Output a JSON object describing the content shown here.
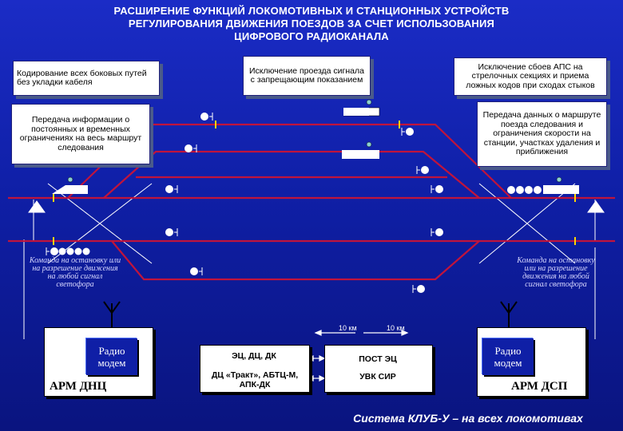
{
  "title": {
    "line1": "РАСШИРЕНИЕ ФУНКЦИЙ ЛОКОМОТИВНЫХ И СТАНЦИОННЫХ УСТРОЙСТВ",
    "line2": "РЕГУЛИРОВАНИЯ ДВИЖЕНИЯ ПОЕЗДОВ ЗА СЧЕТ ИСПОЛЬЗОВАНИЯ",
    "line3": "ЦИФРОВОГО РАДИОКАНАЛА"
  },
  "boxes": {
    "coding": "Кодирование всех боковых путей без укладки кабеля",
    "exclusion_pass": "Исключение проезда сигнала с запрещающим показанием",
    "aps_fail": "Исключение сбоев АПС на стрелочных секциях и приема ложных кодов при сходах стыков",
    "info_transfer": "Передача информации о постоянных и временных ограничениях на весь маршрут следования",
    "route_data": "Передача данных о маршруте поезда следования и ограничения скорости на станции, участках удаления и приближения"
  },
  "commands": {
    "left": "Команда на остановку или на разрешение движения на любой сигнал светофора",
    "right": "Команда на остановку или на разрешение движения на любой сигнал светофора"
  },
  "distances": {
    "left": "10 км",
    "right": "10 км"
  },
  "center": {
    "top_left": "ЭЦ, ДЦ, ДК",
    "bottom_left": "ДЦ «Тракт», АБТЦ-М, АПК-ДК",
    "top_right": "ПОСТ ЭЦ",
    "bottom_right": "УВК СИР"
  },
  "left_station": {
    "radio": "Радио модем",
    "arm": "АРМ ДНЦ"
  },
  "right_station": {
    "radio": "Радио модем",
    "arm": "АРМ ДСП"
  },
  "footer": "Система КЛУБ-У – на всех локомотивах",
  "colors": {
    "background": "#1b2cc6",
    "track": "#c0143c",
    "panel": "#ffffff",
    "rail_line": "#ffffff",
    "locomotive": "#ffffff",
    "shunt": "#808080"
  }
}
